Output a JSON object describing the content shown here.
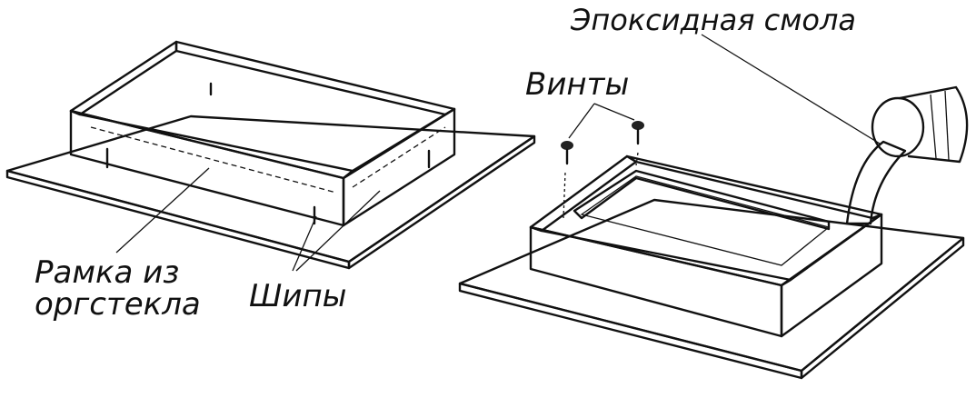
{
  "labels": {
    "frame": [
      "Рамка из",
      "оргстекла"
    ],
    "spikes": "Шипы",
    "screws": "Винты",
    "epoxy": "Эпоксидная смола"
  }
}
